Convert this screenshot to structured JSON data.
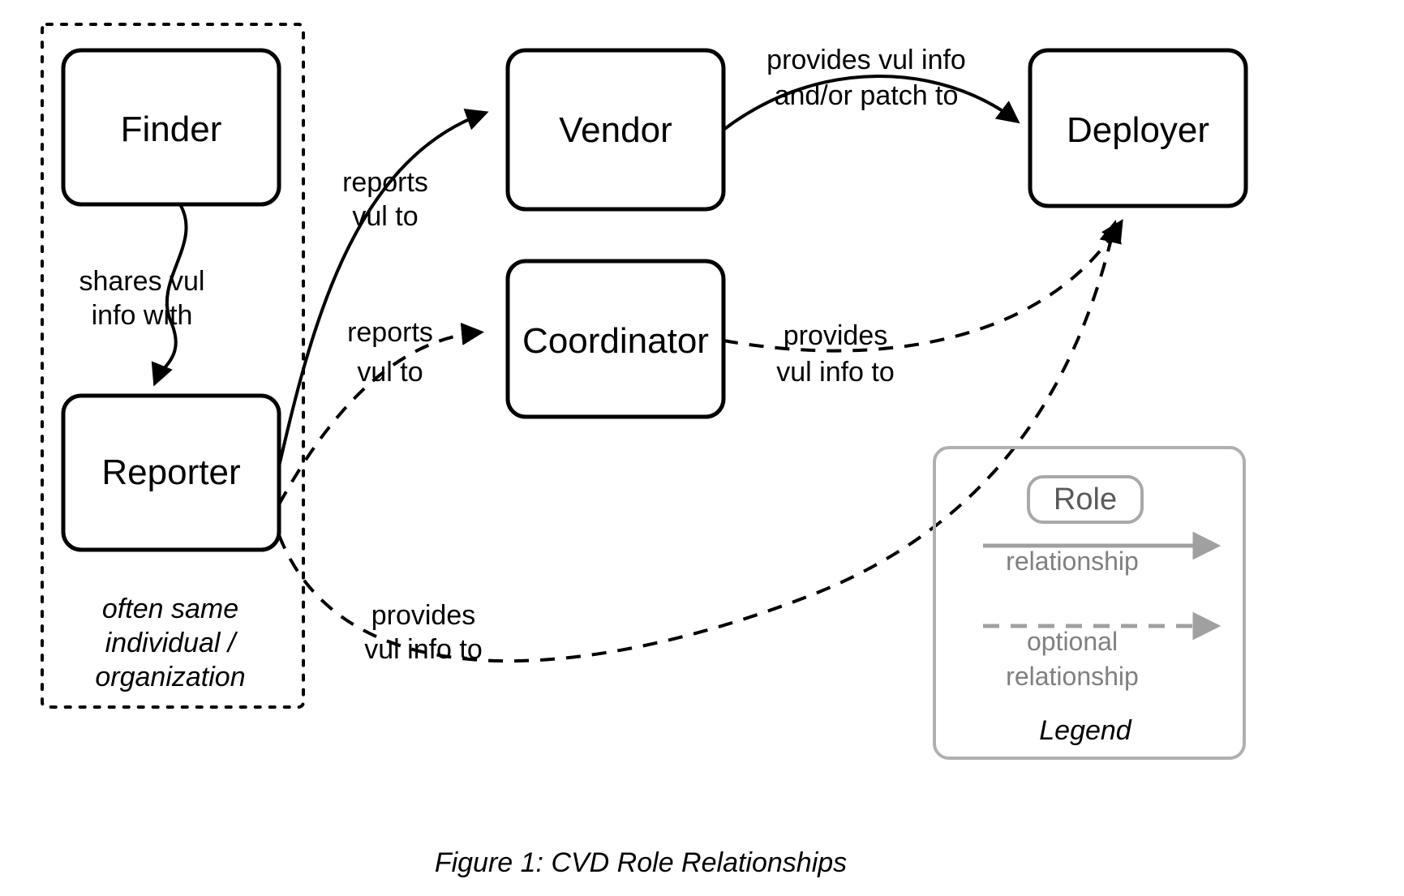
{
  "figure": {
    "caption": "Figure 1:   CVD Role Relationships"
  },
  "nodes": [
    {
      "id": "finder",
      "label": "Finder"
    },
    {
      "id": "reporter",
      "label": "Reporter"
    },
    {
      "id": "vendor",
      "label": "Vendor"
    },
    {
      "id": "coordinator",
      "label": "Coordinator"
    },
    {
      "id": "deployer",
      "label": "Deployer"
    }
  ],
  "group": {
    "note_line1": "often same",
    "note_line2": "individual /",
    "note_line3": "organization"
  },
  "edges": [
    {
      "id": "finder-to-reporter",
      "from": "Finder",
      "to": "Reporter",
      "style": "solid",
      "label_line1": "shares vul",
      "label_line2": "info with"
    },
    {
      "id": "reporter-to-vendor",
      "from": "Reporter",
      "to": "Vendor",
      "style": "solid",
      "label_line1": "reports",
      "label_line2": "vul to"
    },
    {
      "id": "reporter-to-coordinator",
      "from": "Reporter",
      "to": "Coordinator",
      "style": "dashed",
      "label_line1": "reports",
      "label_line2": "vul to"
    },
    {
      "id": "vendor-to-deployer",
      "from": "Vendor",
      "to": "Deployer",
      "style": "solid",
      "label_line1": "provides vul info",
      "label_line2": "and/or patch to"
    },
    {
      "id": "coordinator-to-deployer",
      "from": "Coordinator",
      "to": "Deployer",
      "style": "dashed",
      "label_line1": "provides",
      "label_line2": "vul info to"
    },
    {
      "id": "reporter-to-deployer",
      "from": "Reporter",
      "to": "Deployer",
      "style": "dashed",
      "label_line1": "provides",
      "label_line2": "vul info to"
    }
  ],
  "legend": {
    "role_label": "Role",
    "relationship_label": "relationship",
    "optional_label_line1": "optional",
    "optional_label_line2": "relationship",
    "title": "Legend",
    "colors": {
      "stroke": "#a0a0a0",
      "text": "#808080"
    }
  },
  "colors": {
    "background": "#ffffff",
    "node_stroke": "#000000",
    "node_fill": "#ffffff",
    "text": "#000000",
    "legend_gray": "#a0a0a0"
  }
}
